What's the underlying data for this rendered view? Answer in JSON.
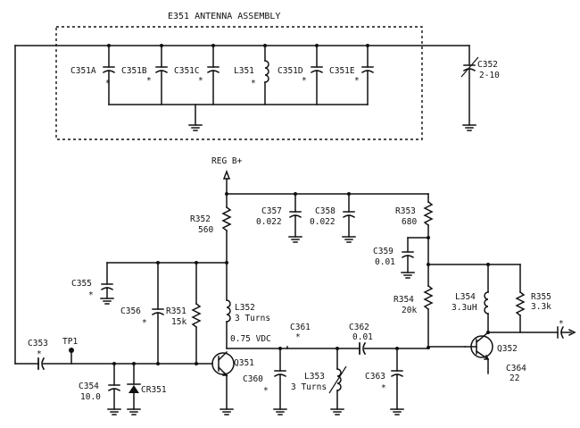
{
  "title": "E351 ANTENNA ASSEMBLY",
  "supply_label": "REG B+",
  "test_point": "TP1",
  "bias_voltage": "0.75 VDC",
  "asterisk": "*",
  "components": {
    "c351a": {
      "ref": "C351A"
    },
    "c351b": {
      "ref": "C351B"
    },
    "c351c": {
      "ref": "C351C"
    },
    "l351": {
      "ref": "L351"
    },
    "c351d": {
      "ref": "C351D"
    },
    "c351e": {
      "ref": "C351E"
    },
    "c352": {
      "ref": "C352",
      "value": "2-10"
    },
    "r352": {
      "ref": "R352",
      "value": "560"
    },
    "c357": {
      "ref": "C357",
      "value": "0.022"
    },
    "c358": {
      "ref": "C358",
      "value": "0.022"
    },
    "r353": {
      "ref": "R353",
      "value": "680"
    },
    "c359": {
      "ref": "C359",
      "value": "0.01"
    },
    "c355": {
      "ref": "C355"
    },
    "c356": {
      "ref": "C356"
    },
    "r351": {
      "ref": "R351",
      "value": "15k"
    },
    "l352": {
      "ref": "L352",
      "value": "3 Turns"
    },
    "c361": {
      "ref": "C361"
    },
    "c362": {
      "ref": "C362",
      "value": "0.01"
    },
    "r354": {
      "ref": "R354",
      "value": "20k"
    },
    "l354": {
      "ref": "L354",
      "value": "3.3uH"
    },
    "r355": {
      "ref": "R355",
      "value": "3.3k"
    },
    "c353": {
      "ref": "C353"
    },
    "q351": {
      "ref": "Q351"
    },
    "q352": {
      "ref": "Q352"
    },
    "c354": {
      "ref": "C354",
      "value": "10.0"
    },
    "cr351": {
      "ref": "CR351"
    },
    "c360": {
      "ref": "C360"
    },
    "l353": {
      "ref": "L353",
      "value": "3 Turns"
    },
    "c363": {
      "ref": "C363"
    },
    "c364": {
      "ref": "C364",
      "value": "22"
    }
  }
}
